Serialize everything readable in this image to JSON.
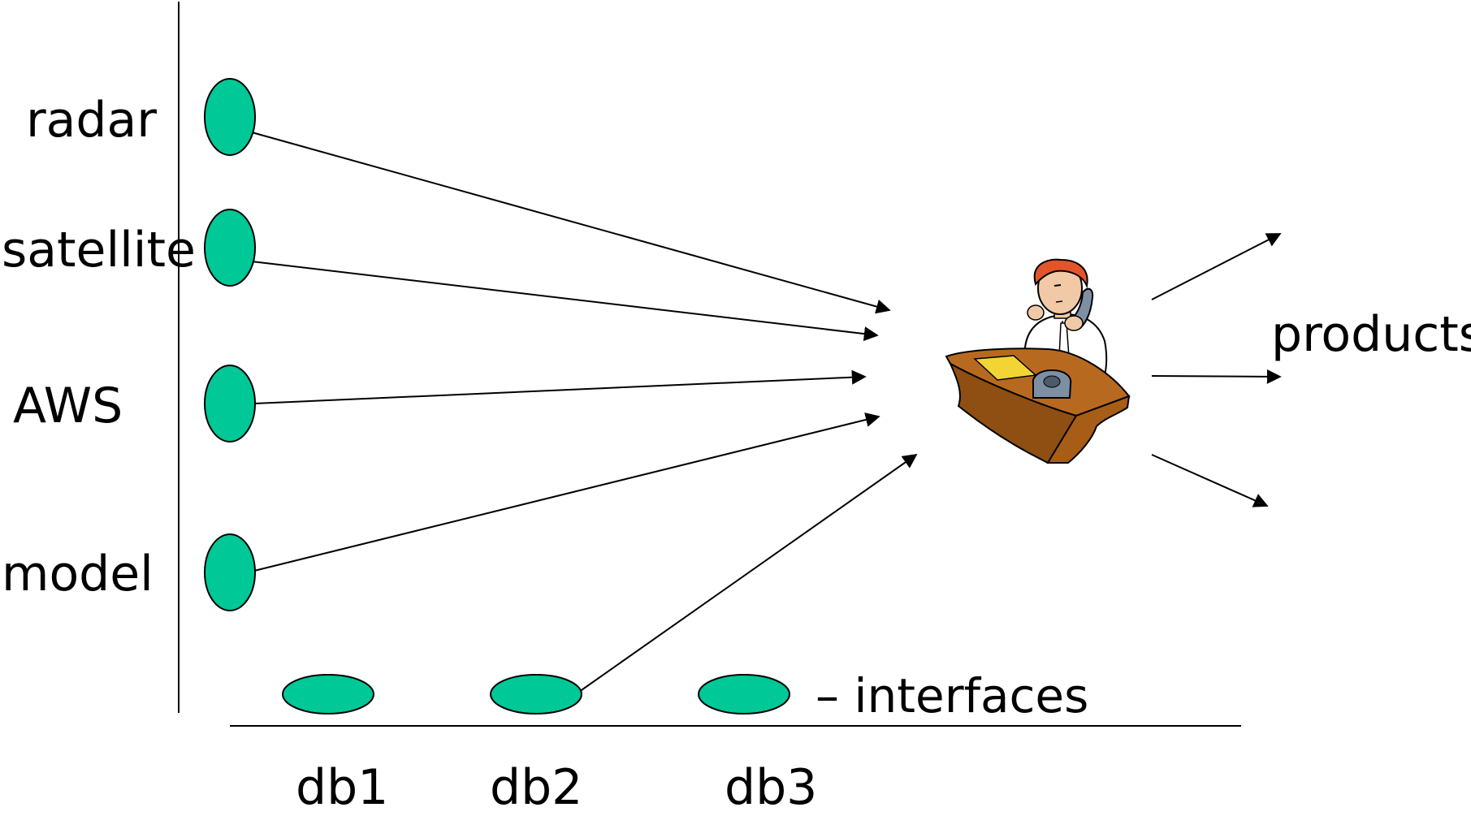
{
  "sources": [
    {
      "label": "radar"
    },
    {
      "label": "satellite"
    },
    {
      "label": "AWS"
    },
    {
      "label": "model"
    }
  ],
  "databases": [
    {
      "label": "db1"
    },
    {
      "label": "db2"
    },
    {
      "label": "db3"
    }
  ],
  "legend": {
    "text": "– interfaces"
  },
  "output": {
    "label": "products"
  },
  "colors": {
    "node_fill": "#00C896",
    "node_stroke": "#000000",
    "line": "#000000"
  },
  "icons": {
    "forecaster": "forecaster-at-desk-icon"
  }
}
